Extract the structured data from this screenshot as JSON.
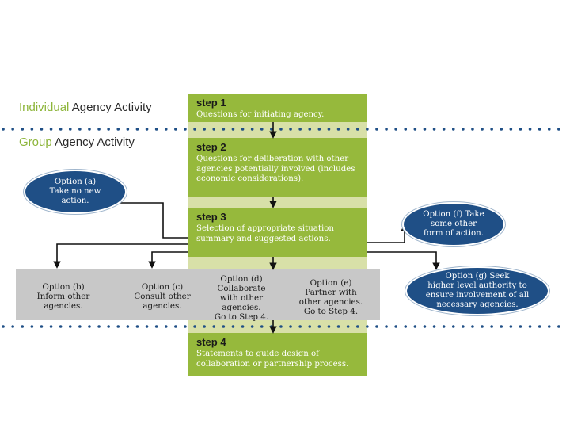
{
  "lanes": {
    "individual": {
      "highlight": "Individual",
      "rest": " Agency Activity"
    },
    "group": {
      "highlight": "Group",
      "rest": " Agency Activity"
    }
  },
  "steps": [
    {
      "title": "step 1",
      "text": "Questions for initiating agency."
    },
    {
      "title": "step 2",
      "text": "Questions for deliberation with other agencies potentially involved (includes economic considerations)."
    },
    {
      "title": "step 3",
      "text": "Selection of appropriate situation summary and suggested actions."
    },
    {
      "title": "step 4",
      "text": "Statements to guide design of collaboration or partnership process."
    }
  ],
  "box_options": {
    "b": "Option (b)\nInform other\nagencies.",
    "c": "Option (c)\nConsult other\nagencies.",
    "d": "Option (d)\nCollaborate\nwith other\nagencies.\nGo to Step 4.",
    "e": "Option (e)\nPartner with\nother agencies.\nGo to Step 4."
  },
  "oval_options": {
    "a": "Option (a)\nTake no new\naction.",
    "f": "Option (f) Take\nsome other\nform of action.",
    "g": "Option (g) Seek\nhigher level authority to\nensure involvement of all\nnecessary agencies."
  },
  "colors": {
    "step_green": "#96b93c",
    "lane_green": "#8db53a",
    "oval_blue": "#1f4f86",
    "dotted_line": "#1f4f86",
    "grey_band": "#c8c8c8"
  }
}
